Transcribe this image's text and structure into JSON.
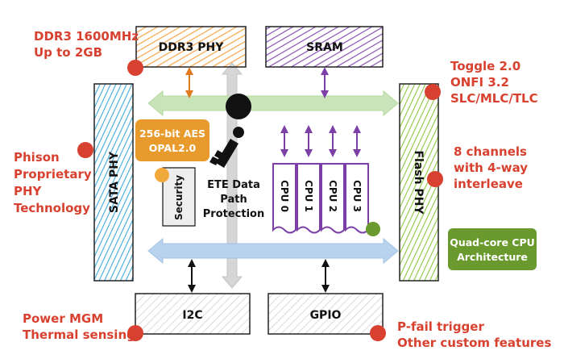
{
  "blocks": {
    "ddr3_phy": "DDR3 PHY",
    "sram": "SRAM",
    "sata_phy": "SATA PHY",
    "flash_phy": "Flash PHY",
    "i2c": "I2C",
    "gpio": "GPIO",
    "security": "Security",
    "cpus": [
      "CPU 0",
      "CPU 1",
      "CPU 2",
      "CPU 3"
    ]
  },
  "callouts": {
    "ddr3": [
      "DDR3 1600MHz",
      "Up to 2GB"
    ],
    "toggle": [
      "Toggle 2.0",
      "ONFI 3.2",
      "SLC/MLC/TLC"
    ],
    "channels": [
      "8 channels",
      "with 4-way",
      "interleave"
    ],
    "phison": [
      "Phison",
      "Proprietary",
      "PHY",
      "Technology"
    ],
    "power": [
      "Power MGM",
      "Thermal sensing"
    ],
    "pfail": [
      "P-fail trigger",
      "Other custom features"
    ]
  },
  "badges": {
    "aes": [
      "256-bit AES",
      "OPAL2.0"
    ],
    "quadcore": [
      "Quad-core CPU",
      "Architecture"
    ]
  },
  "ete": [
    "ETE Data",
    "Path",
    "Protection"
  ],
  "colors": {
    "callout_red": "#d8412f",
    "ddr3_orange": "#f5a54a",
    "sram_purple": "#7b3fa6",
    "sata_blue": "#4fb3e0",
    "flash_green": "#8cc63f",
    "aes_orange": "#e89a2d",
    "quadcore_green": "#6a9a2e",
    "bus_green": "#c9e4b8",
    "bus_blue": "#b9d3ee",
    "bus_gray": "#d6d6d6",
    "key": "#111111"
  }
}
